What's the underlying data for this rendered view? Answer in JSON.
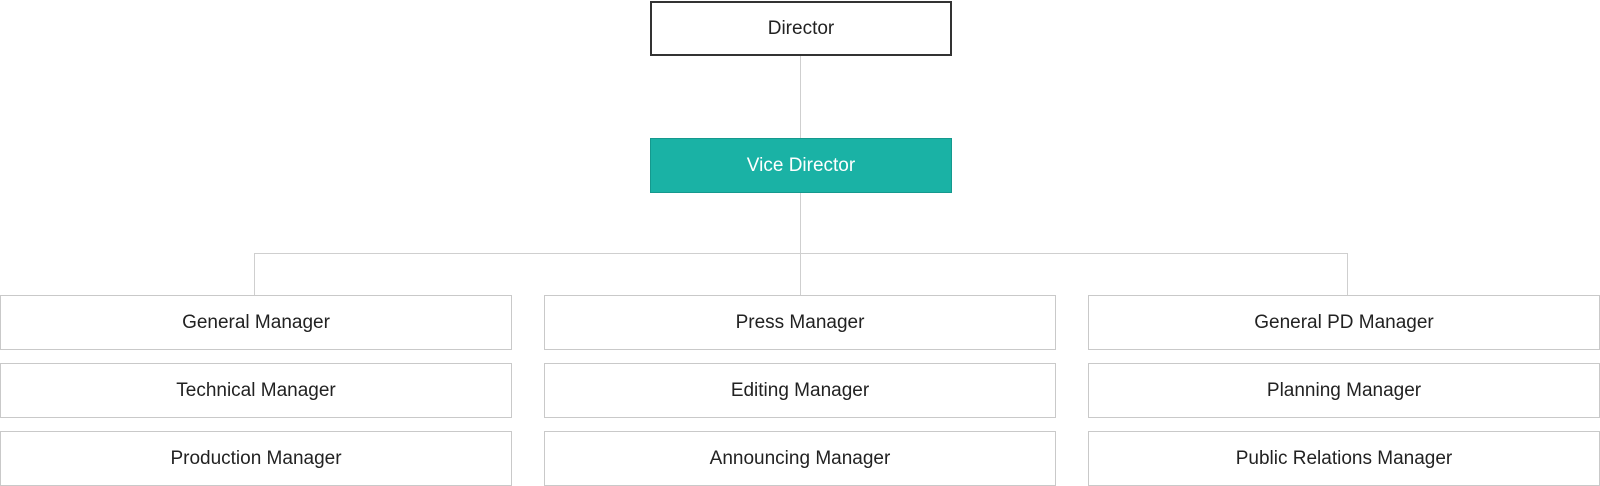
{
  "org_chart": {
    "director": {
      "label": "Director"
    },
    "vice_director": {
      "label": "Vice Director",
      "color": "#1ab2a5"
    },
    "columns": [
      {
        "managers": [
          {
            "label": "General Manager"
          },
          {
            "label": "Technical Manager"
          },
          {
            "label": "Production Manager"
          }
        ]
      },
      {
        "managers": [
          {
            "label": "Press Manager"
          },
          {
            "label": "Editing Manager"
          },
          {
            "label": "Announcing Manager"
          }
        ]
      },
      {
        "managers": [
          {
            "label": "General PD Manager"
          },
          {
            "label": "Planning Manager"
          },
          {
            "label": "Public Relations Manager"
          }
        ]
      }
    ]
  }
}
